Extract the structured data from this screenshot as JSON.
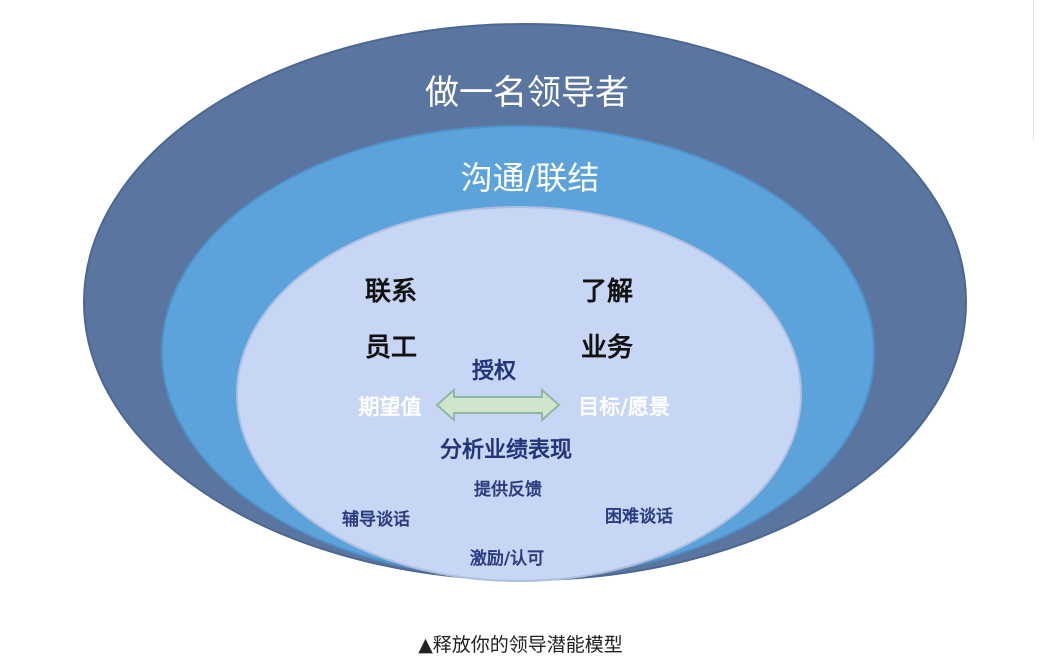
{
  "outer_ring": {
    "label": "做一名领导者"
  },
  "middle_ring": {
    "label": "沟通/联结"
  },
  "inner_ring": {
    "left_top": "联系",
    "left_bottom": "员工",
    "right_top": "了解",
    "right_bottom": "业务",
    "center_top": "授权",
    "arrow_left": "期望值",
    "arrow_right": "目标/愿景",
    "center_main": "分析业绩表现",
    "feedback": "提供反馈",
    "coaching": "辅导谈话",
    "difficult": "困难谈话",
    "motivate": "激励/认可"
  },
  "caption": "▲释放你的领导潜能模型",
  "colors": {
    "outer": "#5a76a0",
    "middle": "#5ca3dc",
    "inner": "#c6d6f4",
    "arrow": "#cfe6cd"
  }
}
